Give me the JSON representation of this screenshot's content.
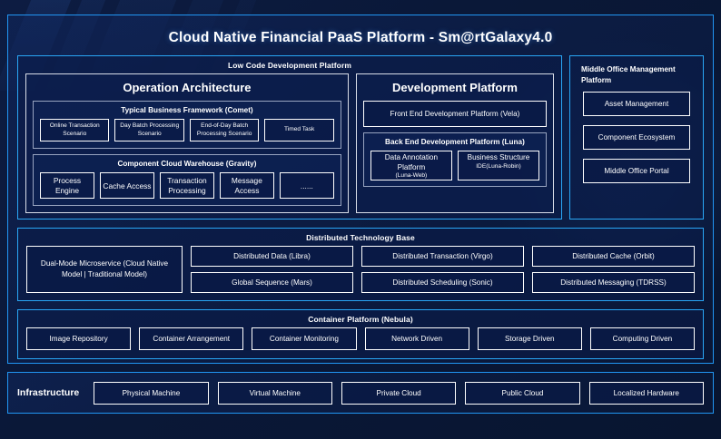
{
  "page": {
    "title": "Cloud Native Financial PaaS Platform - Sm@rtGalaxy4.0",
    "accent_color": "#2196f3",
    "background_color": "#0a1633",
    "box_border_color": "#ffffff",
    "group_border_color": "#98a4c0"
  },
  "low_code": {
    "title": "Low Code Development Platform",
    "operation_architecture": {
      "title": "Operation Architecture",
      "groups": [
        {
          "title": "Typical Business Framework (Comet)",
          "items": [
            "Online Transaction Scenario",
            "Day Batch Processing Scenario",
            "End-of-Day Batch Processing Scenario",
            "Timed Task"
          ]
        },
        {
          "title": "Component Cloud Warehouse (Gravity)",
          "items": [
            "Process Engine",
            "Cache Access",
            "Transaction Processing",
            "Message Access",
            "......"
          ]
        }
      ]
    },
    "development_platform": {
      "title": "Development Platform",
      "front_end": "Front End Development Platform (Vela)",
      "back_end": {
        "title": "Back End Development Platform (Luna)",
        "items": [
          {
            "name": "Data Annotation Platform",
            "code": "(Luna-Web)"
          },
          {
            "name": "Business Structure",
            "code": "IDE(Luna-Robin)"
          }
        ]
      }
    }
  },
  "middle_office": {
    "title": "Middle Office Management Platform",
    "items": [
      "Asset Management",
      "Component Ecosystem",
      "Middle Office Portal"
    ]
  },
  "distributed_technology_base": {
    "title": "Distributed Technology Base",
    "feature": "Dual-Mode Microservice (Cloud Native Model | Traditional Model)",
    "columns": [
      [
        "Distributed Data (Libra)",
        "Global Sequence (Mars)"
      ],
      [
        "Distributed Transaction (Virgo)",
        "Distributed Scheduling (Sonic)"
      ],
      [
        "Distributed Cache (Orbit)",
        "Distributed Messaging (TDRSS)"
      ]
    ]
  },
  "container_platform": {
    "title": "Container Platform (Nebula)",
    "items": [
      "Image Repository",
      "Container Arrangement",
      "Container Monitoring",
      "Network Driven",
      "Storage Driven",
      "Computing Driven"
    ]
  },
  "infrastructure": {
    "label": "Infrastructure",
    "items": [
      "Physical Machine",
      "Virtual Machine",
      "Private Cloud",
      "Public Cloud",
      "Localized Hardware"
    ]
  }
}
